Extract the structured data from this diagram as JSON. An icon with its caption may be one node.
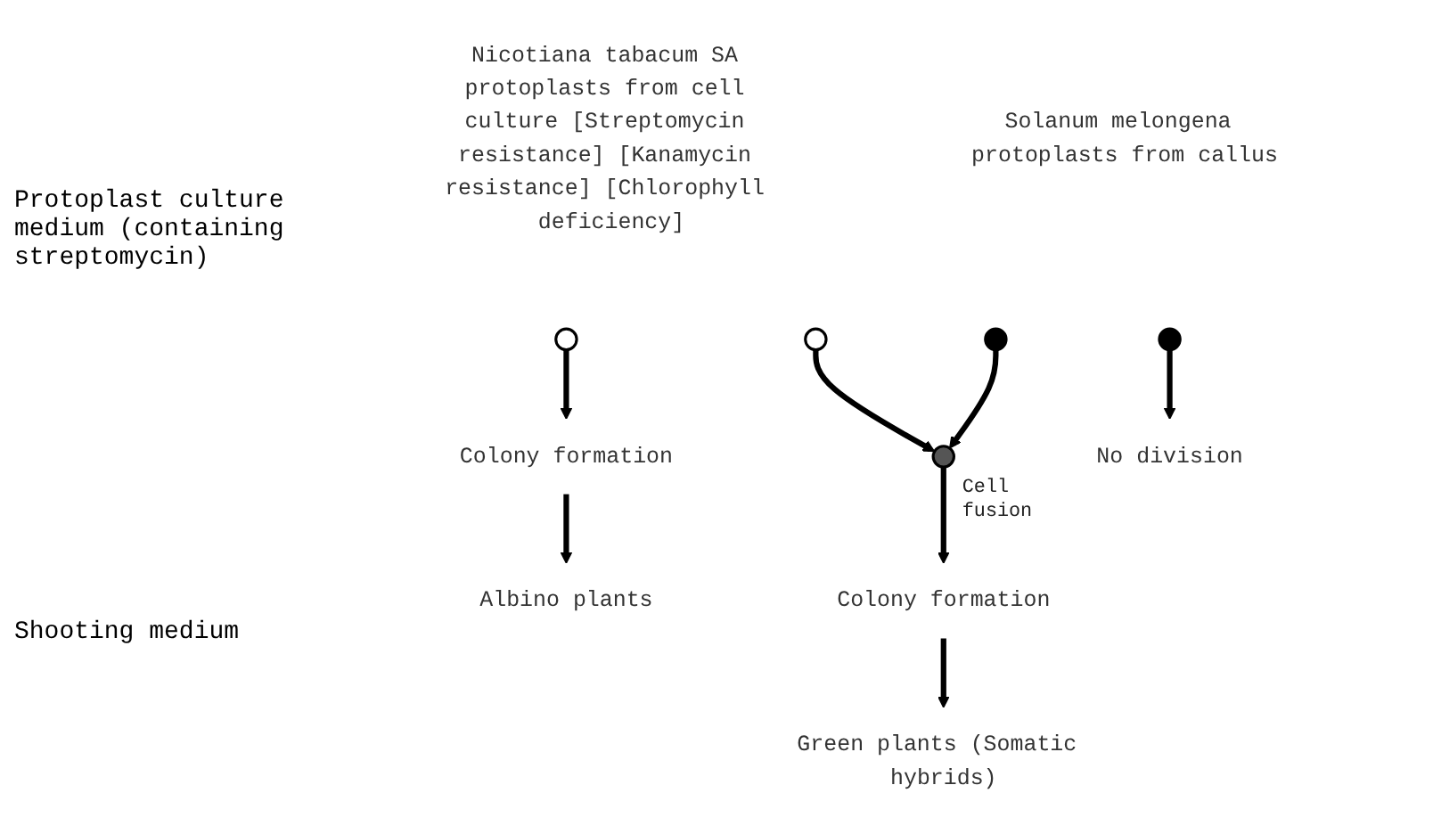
{
  "diagram": {
    "nodes": [
      {
        "text": [
          "Nicotiana tabacum SA protoplasts from cell culture [Streptomycin resistance] [Kanamycin resistance] [Chlorophyll deficiency]"
        ]
      },
      {
        "text": [],
        "shape": "circle"
      },
      {
        "text": [],
        "shape": "circle"
      },
      {
        "text": [
          "Solanum melongena protoplasts from callus"
        ]
      },
      {
        "text": [],
        "shape": "circle"
      },
      {
        "text": [],
        "shape": "circle"
      },
      {
        "text": [],
        "shape": "circle",
        "beside": [
          "Cell fusion"
        ]
      },
      {
        "text": [
          "Colony formation"
        ]
      },
      {
        "text": [
          "Colony formation"
        ]
      },
      {
        "text": [
          "No division"
        ]
      },
      {
        "text": [
          "Albino plants"
        ]
      },
      {
        "text": [
          "Green plants (Somatic hybrids)"
        ]
      }
    ],
    "edges": [
      {
        "from": 2,
        "to": 6,
        "arrow": "to"
      },
      {
        "from": 4,
        "to": 6,
        "arrow": "to"
      },
      {
        "from": 1,
        "to": 7,
        "arrow": "to"
      },
      {
        "from": 6,
        "to": 8,
        "arrow": "to"
      },
      {
        "from": 5,
        "to": 9,
        "arrow": "to"
      },
      {
        "from": 7,
        "to": 10,
        "arrow": "to"
      },
      {
        "from": 8,
        "to": 11,
        "arrow": "to"
      }
    ],
    "labels": [
      "Protoplast culture medium (containing streptomycin)",
      "Shooting medium"
    ]
  }
}
